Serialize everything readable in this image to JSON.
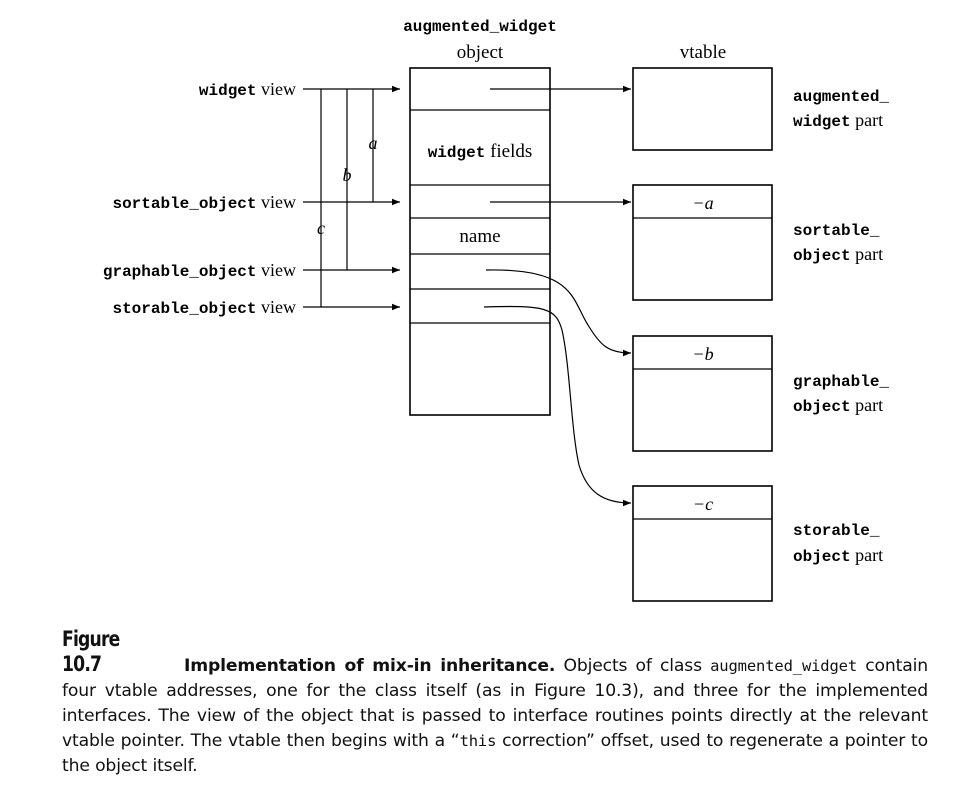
{
  "header": {
    "object_title_line1": "augmented_widget",
    "object_title_line2": "object",
    "vtable_title": "vtable"
  },
  "views": [
    {
      "name_code": "widget",
      "name_rest": " view"
    },
    {
      "name_code": "sortable_object",
      "name_rest": " view"
    },
    {
      "name_code": "graphable_object",
      "name_rest": " view"
    },
    {
      "name_code": "storable_object",
      "name_rest": " view"
    }
  ],
  "offset_labels": {
    "a": "a",
    "b": "b",
    "c": "c"
  },
  "object_fields": {
    "widget_fields_code": "widget",
    "widget_fields_rest": " fields",
    "name": "name"
  },
  "vtables": [
    {
      "offset": "",
      "part_line1": "augmented_",
      "part_line2_code": "widget",
      "part_line2_rest": " part"
    },
    {
      "offset": "−a",
      "part_line1": "sortable_",
      "part_line2_code": "object",
      "part_line2_rest": " part"
    },
    {
      "offset": "−b",
      "part_line1": "graphable_",
      "part_line2_code": "object",
      "part_line2_rest": " part"
    },
    {
      "offset": "−c",
      "part_line1": "storable_",
      "part_line2_code": "object",
      "part_line2_rest": " part"
    }
  ],
  "caption": {
    "figure_number": "Figure 10.7",
    "title": "Implementation of mix-in inheritance.",
    "text_1": " Objects of class ",
    "code_1": "augmented_widget",
    "text_2": " contain four vtable addresses, one for the class itself (as in Figure 10.3), and three for the implemented interfaces. The view of the object that is passed to interface routines points directly at the relevant vtable pointer. The vtable then begins with a “",
    "code_2": "this",
    "text_3": " correction” offset, used to regenerate a pointer to the object itself."
  }
}
